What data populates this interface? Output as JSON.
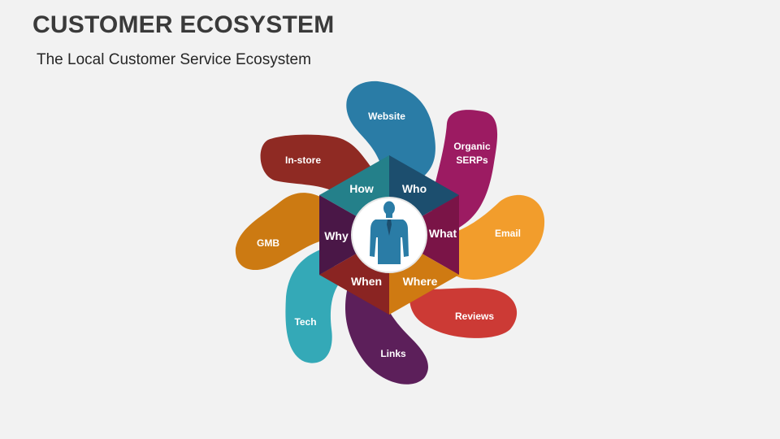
{
  "title": "CUSTOMER ECOSYSTEM",
  "subtitle": "The Local Customer Service Ecosystem",
  "petals": {
    "website": {
      "label": "Website",
      "color": "#2a7ca6"
    },
    "organic": {
      "label_line1": "Organic",
      "label_line2": "SERPs",
      "color": "#9c1b62"
    },
    "email": {
      "label": "Email",
      "color": "#f29d2c"
    },
    "reviews": {
      "label": "Reviews",
      "color": "#cc3a35"
    },
    "links": {
      "label": "Links",
      "color": "#5c1f5a"
    },
    "tech": {
      "label": "Tech",
      "color": "#34a9b7"
    },
    "gmb": {
      "label": "GMB",
      "color": "#cc7a12"
    },
    "instore": {
      "label": "In-store",
      "color": "#8f2a23"
    }
  },
  "hexagon": {
    "how": {
      "label": "How",
      "color": "#24808a"
    },
    "who": {
      "label": "Who",
      "color": "#1c4e6e"
    },
    "what": {
      "label": "What",
      "color": "#7a1447"
    },
    "where": {
      "label": "Where",
      "color": "#cf7a12"
    },
    "when": {
      "label": "When",
      "color": "#8a2422"
    },
    "why": {
      "label": "Why",
      "color": "#4a1747"
    }
  },
  "center_icon": "businessman-silhouette-icon"
}
